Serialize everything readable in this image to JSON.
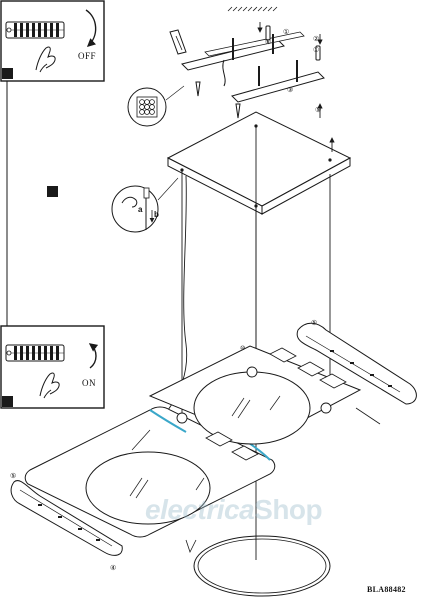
{
  "panels": {
    "top": {
      "switch_label": "OFF"
    },
    "bottom": {
      "switch_label": "ON"
    }
  },
  "footer": {
    "model_code": "BLA88482"
  },
  "watermark": {
    "brand_part1": "electrica",
    "brand_part2": "Shop",
    "color": "#a9c6d2"
  },
  "callouts": {
    "step_a": "a",
    "step_b": "b",
    "circled_1": "①",
    "circled_2": "②",
    "circled_3": "③",
    "circled_4": "④",
    "circled_5": "⑤",
    "circled_6": "⑥",
    "circled_10": "⑩"
  },
  "colors": {
    "line": "#1a1a1a",
    "highlight": "#3aa7c9"
  }
}
